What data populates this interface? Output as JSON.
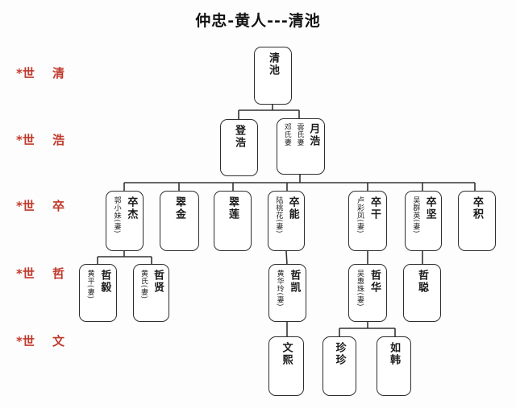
{
  "title": "仲忠-黄人---清池",
  "generation_markers": [
    {
      "marker": "*世",
      "name": "清"
    },
    {
      "marker": "*世",
      "name": "浩"
    },
    {
      "marker": "*世",
      "name": "卒"
    },
    {
      "marker": "*世",
      "name": "哲"
    },
    {
      "marker": "*世",
      "name": "文"
    }
  ],
  "tree": {
    "gen1": {
      "qingchi": {
        "name": "清池"
      }
    },
    "gen2": {
      "denghao": {
        "name": "登浩"
      },
      "yuehao": {
        "name": "月浩",
        "wives": [
          "邓氏妻",
          "雲氏妻"
        ]
      }
    },
    "gen3": {
      "zujie": {
        "name": "卒杰",
        "wife": "郭小妹(妻)"
      },
      "cuijin": {
        "name": "翠金"
      },
      "cuilian": {
        "name": "翠莲"
      },
      "zuneng": {
        "name": "卒能",
        "wife": "陆桃花(妻)"
      },
      "zugan": {
        "name": "卒干",
        "wife": "卢彩凤(妻)"
      },
      "zujian": {
        "name": "卒坚",
        "wife": "吴群英(妻)"
      },
      "zuji": {
        "name": "卒积"
      }
    },
    "gen4": {
      "zheyi": {
        "name": "哲毅",
        "wife": "黄平(妻)"
      },
      "zhexian": {
        "name": "哲贤",
        "wife": "黄氏(妻)"
      },
      "zhekai": {
        "name": "哲凯",
        "wife": "黄华玲(妻)"
      },
      "zhehua": {
        "name": "哲华",
        "wife": "吴惠珠(妻)"
      },
      "zhecong": {
        "name": "哲聪"
      }
    },
    "gen5": {
      "wenxi": {
        "name": "文熙"
      },
      "zhenzhen": {
        "name": "珍珍"
      },
      "ruhan": {
        "name": "如韩"
      }
    }
  },
  "colors": {
    "accent_red": "#c0392b",
    "line": "#333333",
    "box_border": "#2e2e2e"
  }
}
